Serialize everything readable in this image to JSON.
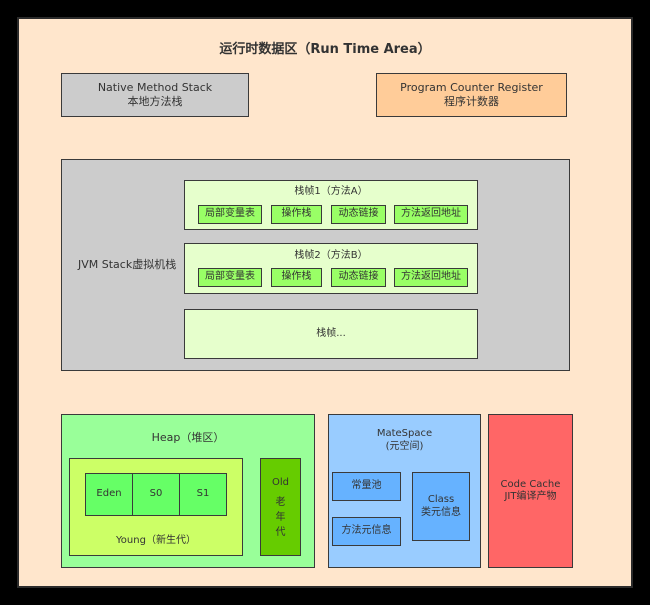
{
  "title": "运行时数据区（Run Time Area）",
  "native": {
    "line1": "Native Method Stack",
    "line2": "本地方法栈"
  },
  "pc": {
    "line1": "Program Counter Register",
    "line2": "程序计数器"
  },
  "jvm_stack": {
    "label": "JVM Stack虚拟机栈",
    "frames": [
      {
        "title": "栈帧1（方法A）",
        "items": [
          "局部变量表",
          "操作栈",
          "动态链接",
          "方法返回地址"
        ]
      },
      {
        "title": "栈帧2（方法B）",
        "items": [
          "局部变量表",
          "操作栈",
          "动态链接",
          "方法返回地址"
        ]
      }
    ],
    "more": "栈帧..."
  },
  "heap": {
    "title": "Heap（堆区）",
    "young": {
      "label": "Young（新生代）",
      "cells": [
        "Eden",
        "S0",
        "S1"
      ]
    },
    "old": {
      "line1": "Old",
      "chars": [
        "老",
        "年",
        "代"
      ]
    }
  },
  "metaspace": {
    "title": "MateSpace",
    "subtitle": "(元空间)",
    "const_pool": "常量池",
    "method_info": "方法元信息",
    "class_info": {
      "line1": "Class",
      "line2": "类元信息"
    }
  },
  "code_cache": {
    "line1": "Code Cache",
    "line2": "JIT编译产物"
  },
  "colors": {
    "background": "#ffe6cc",
    "native": "#cccccc",
    "pc": "#ffcc99",
    "stack": "#cccccc",
    "frame": "#e6ffcc",
    "frame_item": "#99ff66",
    "heap": "#99ff99",
    "young": "#ccff66",
    "eden": "#66ff66",
    "old": "#66cc00",
    "metaspace": "#99ccff",
    "meta_item": "#66b2ff",
    "code_cache": "#ff6666"
  }
}
